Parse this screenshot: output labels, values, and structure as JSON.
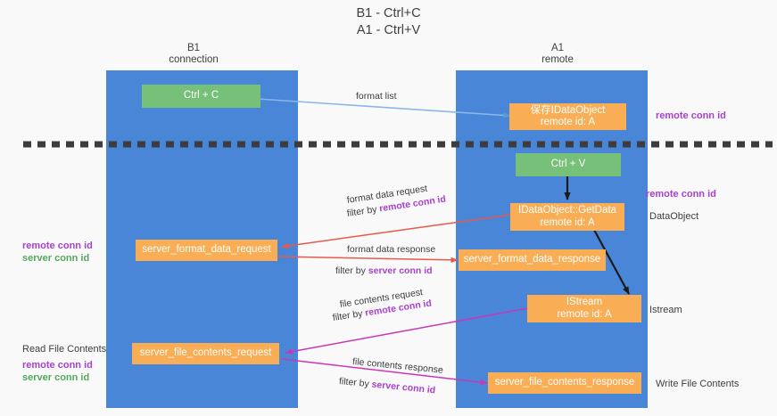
{
  "title": {
    "line1": "B1 - Ctrl+C",
    "line2": "A1 - Ctrl+V"
  },
  "columns": [
    {
      "name": "B1",
      "subtitle": "connection"
    },
    {
      "name": "A1",
      "subtitle": "remote"
    }
  ],
  "colors": {
    "lane": "#4a86d8",
    "green_node": "#76c07a",
    "orange_node": "#f9ad54",
    "purple_text": "#a83fd1",
    "green_text": "#54a85c",
    "blue_arrow": "#8ab6e8",
    "red_arrow": "#e8594a",
    "magenta_arrow": "#c838b4",
    "black_arrow": "#1a1a1a",
    "divider": "#3c3c3c",
    "page_bg": "#f9f9f9"
  },
  "nodes": {
    "ctrl_c": {
      "line1": "Ctrl + C"
    },
    "save_idataobject": {
      "line1": "保存IDataObject",
      "line2": "remote id: A"
    },
    "ctrl_v": {
      "line1": "Ctrl + V"
    },
    "getdata": {
      "line1": "IDataObject::GetData",
      "line2": "remote id: A"
    },
    "server_format_data_request": {
      "line1": "server_format_data_request"
    },
    "server_format_data_response": {
      "line1": "server_format_data_response"
    },
    "istream": {
      "line1": "IStream",
      "line2": "remote id: A"
    },
    "server_file_contents_request": {
      "line1": "server_file_contents_request"
    },
    "server_file_contents_response": {
      "line1": "server_file_contents_response"
    }
  },
  "edge_labels": {
    "format_list": "format list",
    "format_data_request": "format data request",
    "format_data_request_filter_prefix": "filter by ",
    "format_data_request_filter_key": "remote conn id",
    "format_data_response": "format data response",
    "format_data_response_filter_prefix": "filter by ",
    "format_data_response_filter_key": "server conn id",
    "file_contents_request": "file contents request",
    "file_contents_request_filter_prefix": "filter by ",
    "file_contents_request_filter_key": "remote conn id",
    "file_contents_response": "file contents response",
    "file_contents_response_filter_prefix": "filter by ",
    "file_contents_response_filter_key": "server conn id"
  },
  "right_annotations": {
    "remote_conn_id_top": "remote conn id",
    "remote_conn_id_mid": "remote conn id",
    "dataobject": "DataObject",
    "istream": "Istream",
    "write_file_contents": "Write File Contents"
  },
  "left_annotations": {
    "remote_conn_id_mid": "remote conn id",
    "server_conn_id_mid": "server conn id",
    "read_file_contents": "Read File Contents",
    "remote_conn_id_bottom": "remote conn id",
    "server_conn_id_bottom": "server conn id"
  }
}
